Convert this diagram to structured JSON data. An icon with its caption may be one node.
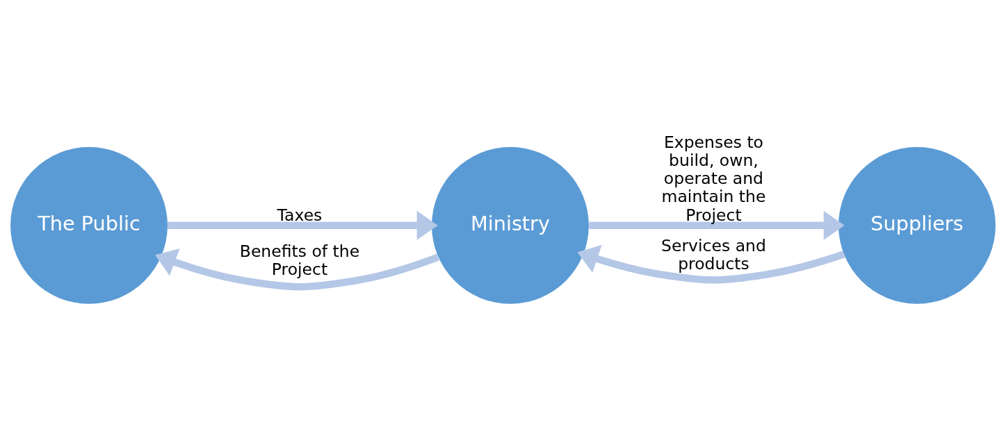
{
  "diagram": {
    "nodes": [
      {
        "text": [
          "The Public"
        ]
      },
      {
        "text": [
          "Ministry"
        ]
      },
      {
        "text": [
          "Suppliers"
        ]
      }
    ],
    "edges": [
      {
        "from": 1,
        "to": 0,
        "arrow": "to",
        "label": "Benefits of the Project"
      },
      {
        "from": 0,
        "to": 1,
        "arrow": "to",
        "label": "Taxes"
      },
      {
        "from": 1,
        "to": 2,
        "arrow": "to",
        "label": "Expenses to build, own, operate and maintain the Project"
      },
      {
        "from": 2,
        "to": 1,
        "arrow": "to",
        "label": "Services and products"
      }
    ]
  }
}
